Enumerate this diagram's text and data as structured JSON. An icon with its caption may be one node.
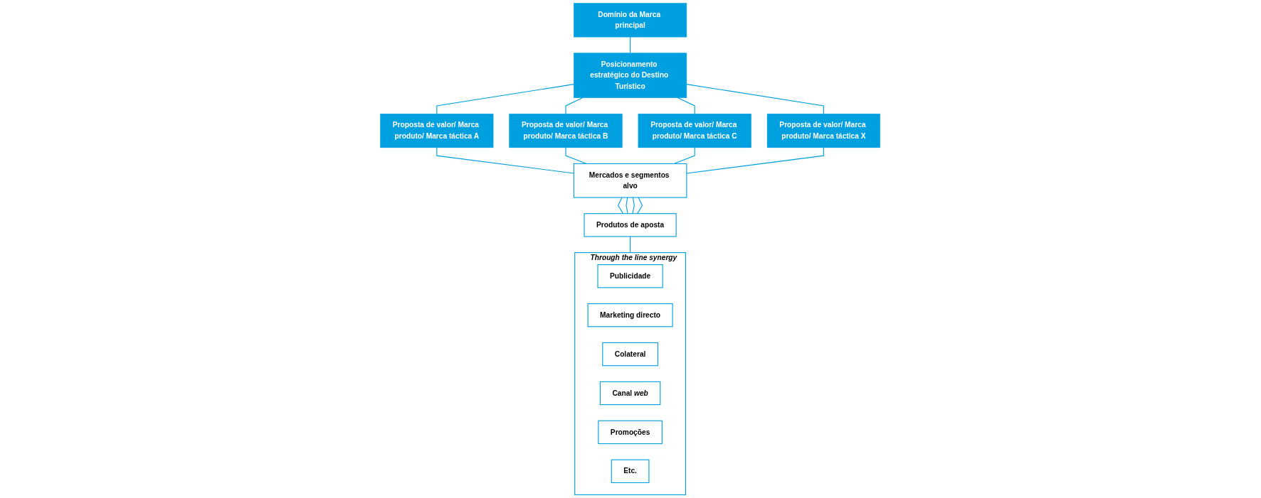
{
  "diagram": {
    "nodes": [
      {
        "text": [
          "Domínio da Marca principal"
        ]
      },
      {
        "text": [
          "Posicionamento estratégico do Destino Turístico"
        ]
      },
      {
        "text": [
          "Proposta de valor/ Marca produto/ Marca táctica A"
        ]
      },
      {
        "text": [
          "Proposta de valor/ Marca produto/ Marca táctica B"
        ]
      },
      {
        "text": [
          "Proposta de valor/ Marca produto/ Marca táctica C"
        ]
      },
      {
        "text": [
          "Proposta de valor/ Marca produto/ Marca táctica X"
        ]
      },
      {
        "text": [
          "Mercados e segmentos alvo"
        ]
      },
      {
        "text": [
          "Produtos de aposta"
        ]
      },
      {
        "text": [
          "Through the line synergy"
        ]
      },
      {
        "text": [
          "Publicidade"
        ],
        "in": 8
      },
      {
        "text": [
          "Marketing directo"
        ],
        "in": 8
      },
      {
        "text": [
          "Colateral"
        ],
        "in": 8
      },
      {
        "text": [
          "Canal *web*"
        ],
        "in": 8
      },
      {
        "text": [
          "Promoções"
        ],
        "in": 8
      },
      {
        "text": [
          "Etc."
        ],
        "in": 8
      }
    ],
    "edges": [
      {
        "from": 0,
        "to": 1,
        "arrow": "none"
      },
      {
        "from": 1,
        "to": 2,
        "arrow": "none"
      },
      {
        "from": 1,
        "to": 3,
        "arrow": "none"
      },
      {
        "from": 1,
        "to": 4,
        "arrow": "none"
      },
      {
        "from": 1,
        "to": 5,
        "arrow": "none"
      },
      {
        "from": 2,
        "to": 6,
        "arrow": "none"
      },
      {
        "from": 3,
        "to": 6,
        "arrow": "none"
      },
      {
        "from": 4,
        "to": 6,
        "arrow": "none"
      },
      {
        "from": 5,
        "to": 6,
        "arrow": "none"
      },
      {
        "from": 6,
        "to": 7,
        "arrow": "none"
      },
      {
        "from": 6,
        "to": 7,
        "arrow": "none"
      },
      {
        "from": 6,
        "to": 7,
        "arrow": "none"
      },
      {
        "from": 6,
        "to": 7,
        "arrow": "none"
      },
      {
        "from": 7,
        "to": 8,
        "arrow": "none"
      }
    ]
  }
}
